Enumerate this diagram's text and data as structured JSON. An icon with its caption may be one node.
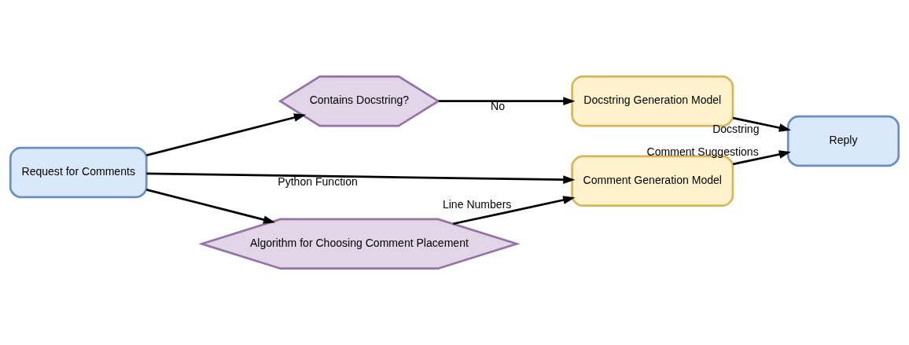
{
  "diagram": {
    "nodes": [
      {
        "text": [
          "Request for Comments"
        ]
      },
      {
        "text": [
          "Contains Docstring?"
        ]
      },
      {
        "text": [
          "Docstring Generation Model"
        ]
      },
      {
        "text": [
          "Comment Generation Model"
        ]
      },
      {
        "text": [
          "Reply"
        ]
      },
      {
        "text": [
          "Algorithm for Choosing Comment Placement"
        ]
      }
    ],
    "edges": [
      {
        "from": 0,
        "to": 1,
        "arrow": "to"
      },
      {
        "from": 0,
        "to": 3,
        "arrow": "to",
        "label": "Python Function"
      },
      {
        "from": 0,
        "to": 5,
        "arrow": "to"
      },
      {
        "from": 1,
        "to": 2,
        "arrow": "to",
        "label": "No"
      },
      {
        "from": 2,
        "to": 4,
        "arrow": "to",
        "label": "Docstring"
      },
      {
        "from": 3,
        "to": 4,
        "arrow": "to",
        "label": "Comment Suggestions"
      },
      {
        "from": 5,
        "to": 3,
        "arrow": "to",
        "label": "Line Numbers"
      }
    ]
  }
}
